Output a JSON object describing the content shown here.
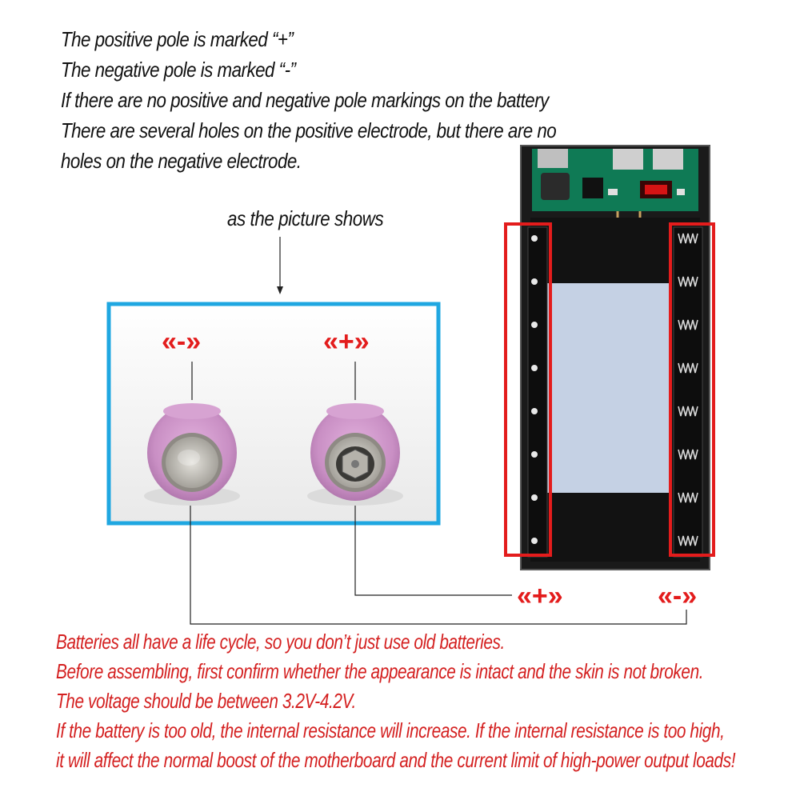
{
  "top_notes": [
    "The positive pole is marked “+”",
    "The negative pole is marked “-”",
    "If there are no positive and negative pole markings on the battery",
    "There are several holes on the positive electrode, but there are no",
    "holes on the negative electrode."
  ],
  "caption": "as the picture shows",
  "labels": {
    "neg_cell": "«-»",
    "pos_cell": "«+»",
    "pos_box": "«+»",
    "neg_box": "«-»"
  },
  "bottom_notes": [
    "Batteries all have a life cycle, so you don’t just use old batteries.",
    "Before assembling, first confirm whether the appearance is intact and the skin is not broken.",
    "The voltage should be between 3.2V-4.2V.",
    "If the battery is too old, the internal resistance will increase. If the internal resistance is too high,",
    "it will affect the normal boost of the motherboard and the current limit of high-power output loads!"
  ],
  "colors": {
    "highlight_red": "#e31c1c",
    "frame_blue": "#1fa7e1",
    "cell_pink": "#c98fc4"
  }
}
